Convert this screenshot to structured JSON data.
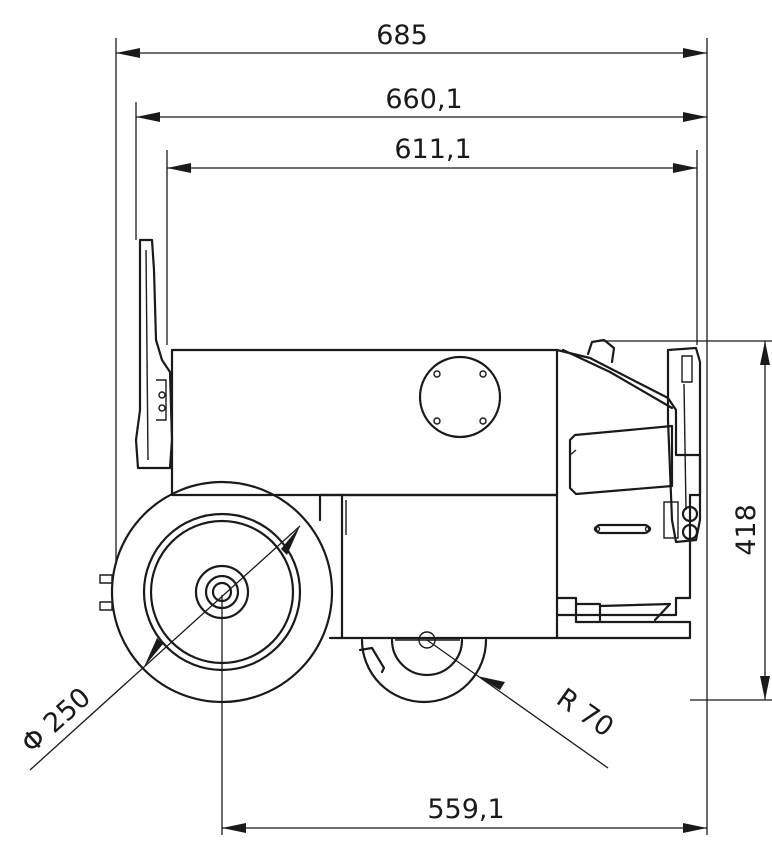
{
  "dimensions": {
    "overall_width": "685",
    "handle_width": "660,1",
    "body_width": "611,1",
    "wheelbase": "559,1",
    "height": "418",
    "wheel_diameter": "Φ 250",
    "caster_radius": "R 70"
  }
}
